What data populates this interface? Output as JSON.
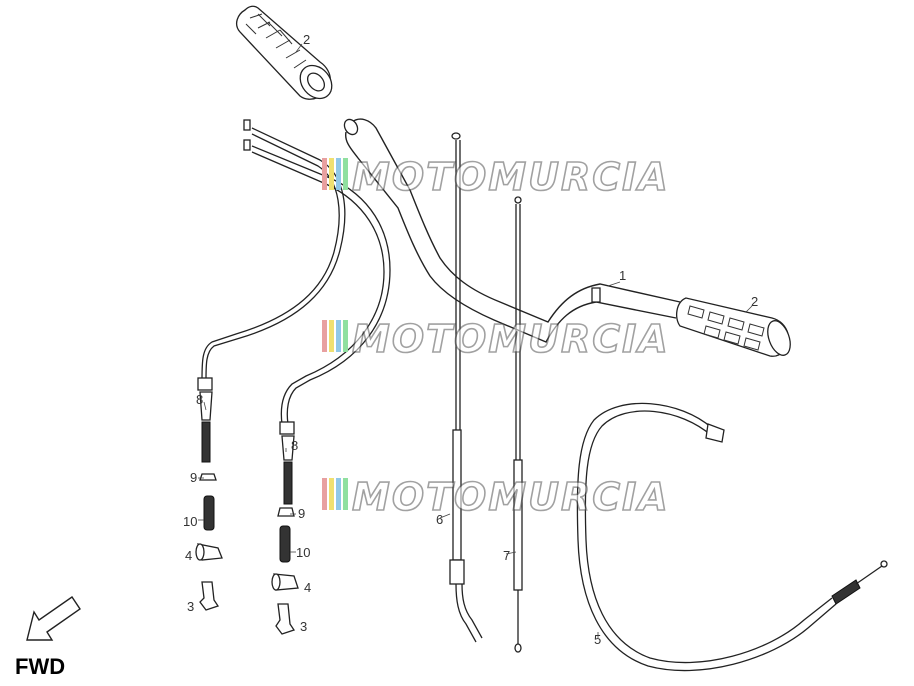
{
  "diagram": {
    "callouts": [
      {
        "id": "lbl-1",
        "text": "1"
      },
      {
        "id": "lbl-2a",
        "text": "2"
      },
      {
        "id": "lbl-2b",
        "text": "2"
      },
      {
        "id": "lbl-3a",
        "text": "3"
      },
      {
        "id": "lbl-3b",
        "text": "3"
      },
      {
        "id": "lbl-4a",
        "text": "4"
      },
      {
        "id": "lbl-4b",
        "text": "4"
      },
      {
        "id": "lbl-5",
        "text": "5"
      },
      {
        "id": "lbl-6",
        "text": "6"
      },
      {
        "id": "lbl-7",
        "text": "7"
      },
      {
        "id": "lbl-8a",
        "text": "8"
      },
      {
        "id": "lbl-8b",
        "text": "8"
      },
      {
        "id": "lbl-9a",
        "text": "9"
      },
      {
        "id": "lbl-9b",
        "text": "9"
      },
      {
        "id": "lbl-10a",
        "text": "10"
      },
      {
        "id": "lbl-10b",
        "text": "10"
      }
    ],
    "direction_label": "FWD",
    "watermark_text": "MOTOMURCIA",
    "watermark_colors": [
      "#e8a0a0",
      "#f0e070",
      "#90c8e8",
      "#90e0a0"
    ]
  }
}
